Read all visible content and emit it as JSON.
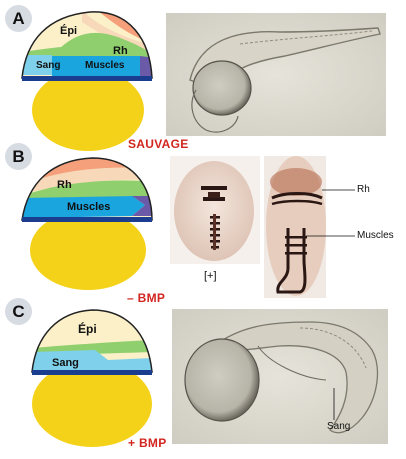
{
  "panels": [
    {
      "letter": "A",
      "condition": "SAUVAGE",
      "diagram": {
        "epi": "Épi",
        "rh": "Rh",
        "sang": "Sang",
        "muscles": "Muscles"
      }
    },
    {
      "letter": "B",
      "condition": "– BMP",
      "diagram": {
        "rh": "Rh",
        "muscles": "Muscles"
      },
      "photo_labels": {
        "control": "[+]",
        "rh": "Rh",
        "muscles": "Muscles"
      }
    },
    {
      "letter": "C",
      "condition": "+ BMP",
      "diagram": {
        "epi": "Épi",
        "sang": "Sang"
      },
      "photo_labels": {
        "sang": "Sang"
      }
    }
  ],
  "colors": {
    "yolk": "#f5d21a",
    "epidermis": "#fbf0c8",
    "neural": "#f5a07a",
    "neural_light": "#f7d8b9",
    "rhombencephalon": "#8fcf6e",
    "blood": "#7fd0ea",
    "muscles": "#1ba5df",
    "margin": "#1a3d8f",
    "purple": "#6a5aa8",
    "condition_red": "#d2251f",
    "badge": "#d7dbe2"
  }
}
